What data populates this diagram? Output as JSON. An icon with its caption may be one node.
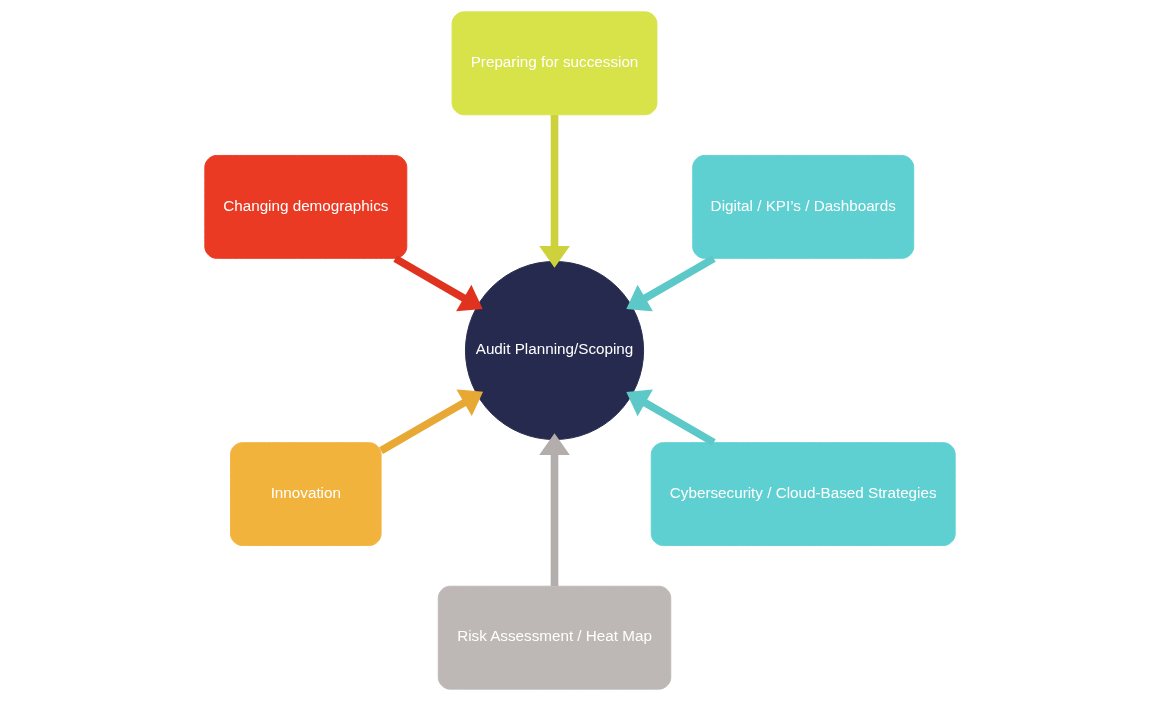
{
  "diagram": {
    "nodes": [
      {
        "text": [
          "Audit Planning/Scoping"
        ]
      },
      {
        "text": [
          "Digital / KPI’s / Dashboards"
        ]
      },
      {
        "text": [
          "Preparing for succession"
        ]
      },
      {
        "text": [
          "Changing demographics"
        ]
      },
      {
        "text": [
          "Innovation"
        ]
      },
      {
        "text": [
          "Risk Assessment / Heat Map"
        ]
      },
      {
        "text": [
          "Cybersecurity / Cloud-Based Strategies"
        ]
      }
    ],
    "edges": [
      {
        "from": 1,
        "to": 0,
        "arrow": "to",
        "color": "#5cc8c8"
      },
      {
        "from": 2,
        "to": 0,
        "arrow": "to",
        "color": "#cdd23c"
      },
      {
        "from": 3,
        "to": 0,
        "arrow": "to",
        "color": "#e0331f"
      },
      {
        "from": 4,
        "to": 0,
        "arrow": "to",
        "color": "#e8a834"
      },
      {
        "from": 5,
        "to": 0,
        "arrow": "to",
        "color": "#b3aeab"
      },
      {
        "from": 6,
        "to": 0,
        "arrow": "to",
        "color": "#5cc8c8"
      }
    ]
  }
}
